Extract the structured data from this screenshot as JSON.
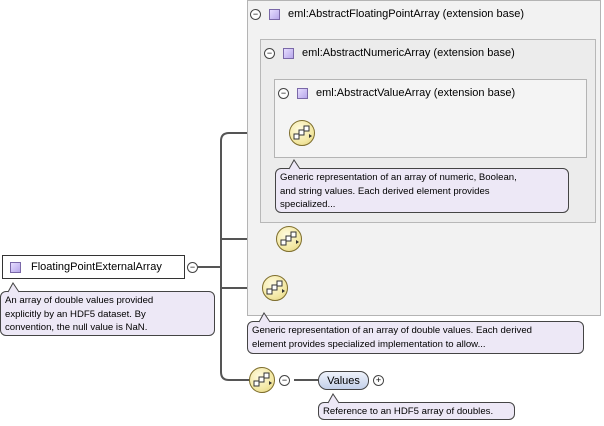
{
  "root": {
    "name": "FloatingPointExternalArray",
    "doc": [
      "An array of double values provided",
      "explicitly by an HDF5 dataset. By",
      "convention, the null value is NaN."
    ]
  },
  "bases": {
    "floating": {
      "label": "eml:AbstractFloatingPointArray (extension base)"
    },
    "numeric": {
      "label": "eml:AbstractNumericArray (extension base)"
    },
    "value": {
      "label": "eml:AbstractValueArray (extension base)"
    }
  },
  "notes": {
    "value_doc": [
      "Generic representation of an array of numeric, Boolean,",
      "and string values. Each derived element provides",
      "specialized..."
    ],
    "floating_doc": [
      "Generic representation of an array of double values. Each derived",
      "element provides specialized implementation to allow..."
    ]
  },
  "values_element": {
    "label": "Values",
    "doc": "Reference to an HDF5 array of doubles."
  },
  "glyphs": {
    "collapse": "−",
    "expand": "+"
  },
  "icons": {
    "element": "element-icon",
    "sequence": "sequence-compositor-icon"
  }
}
